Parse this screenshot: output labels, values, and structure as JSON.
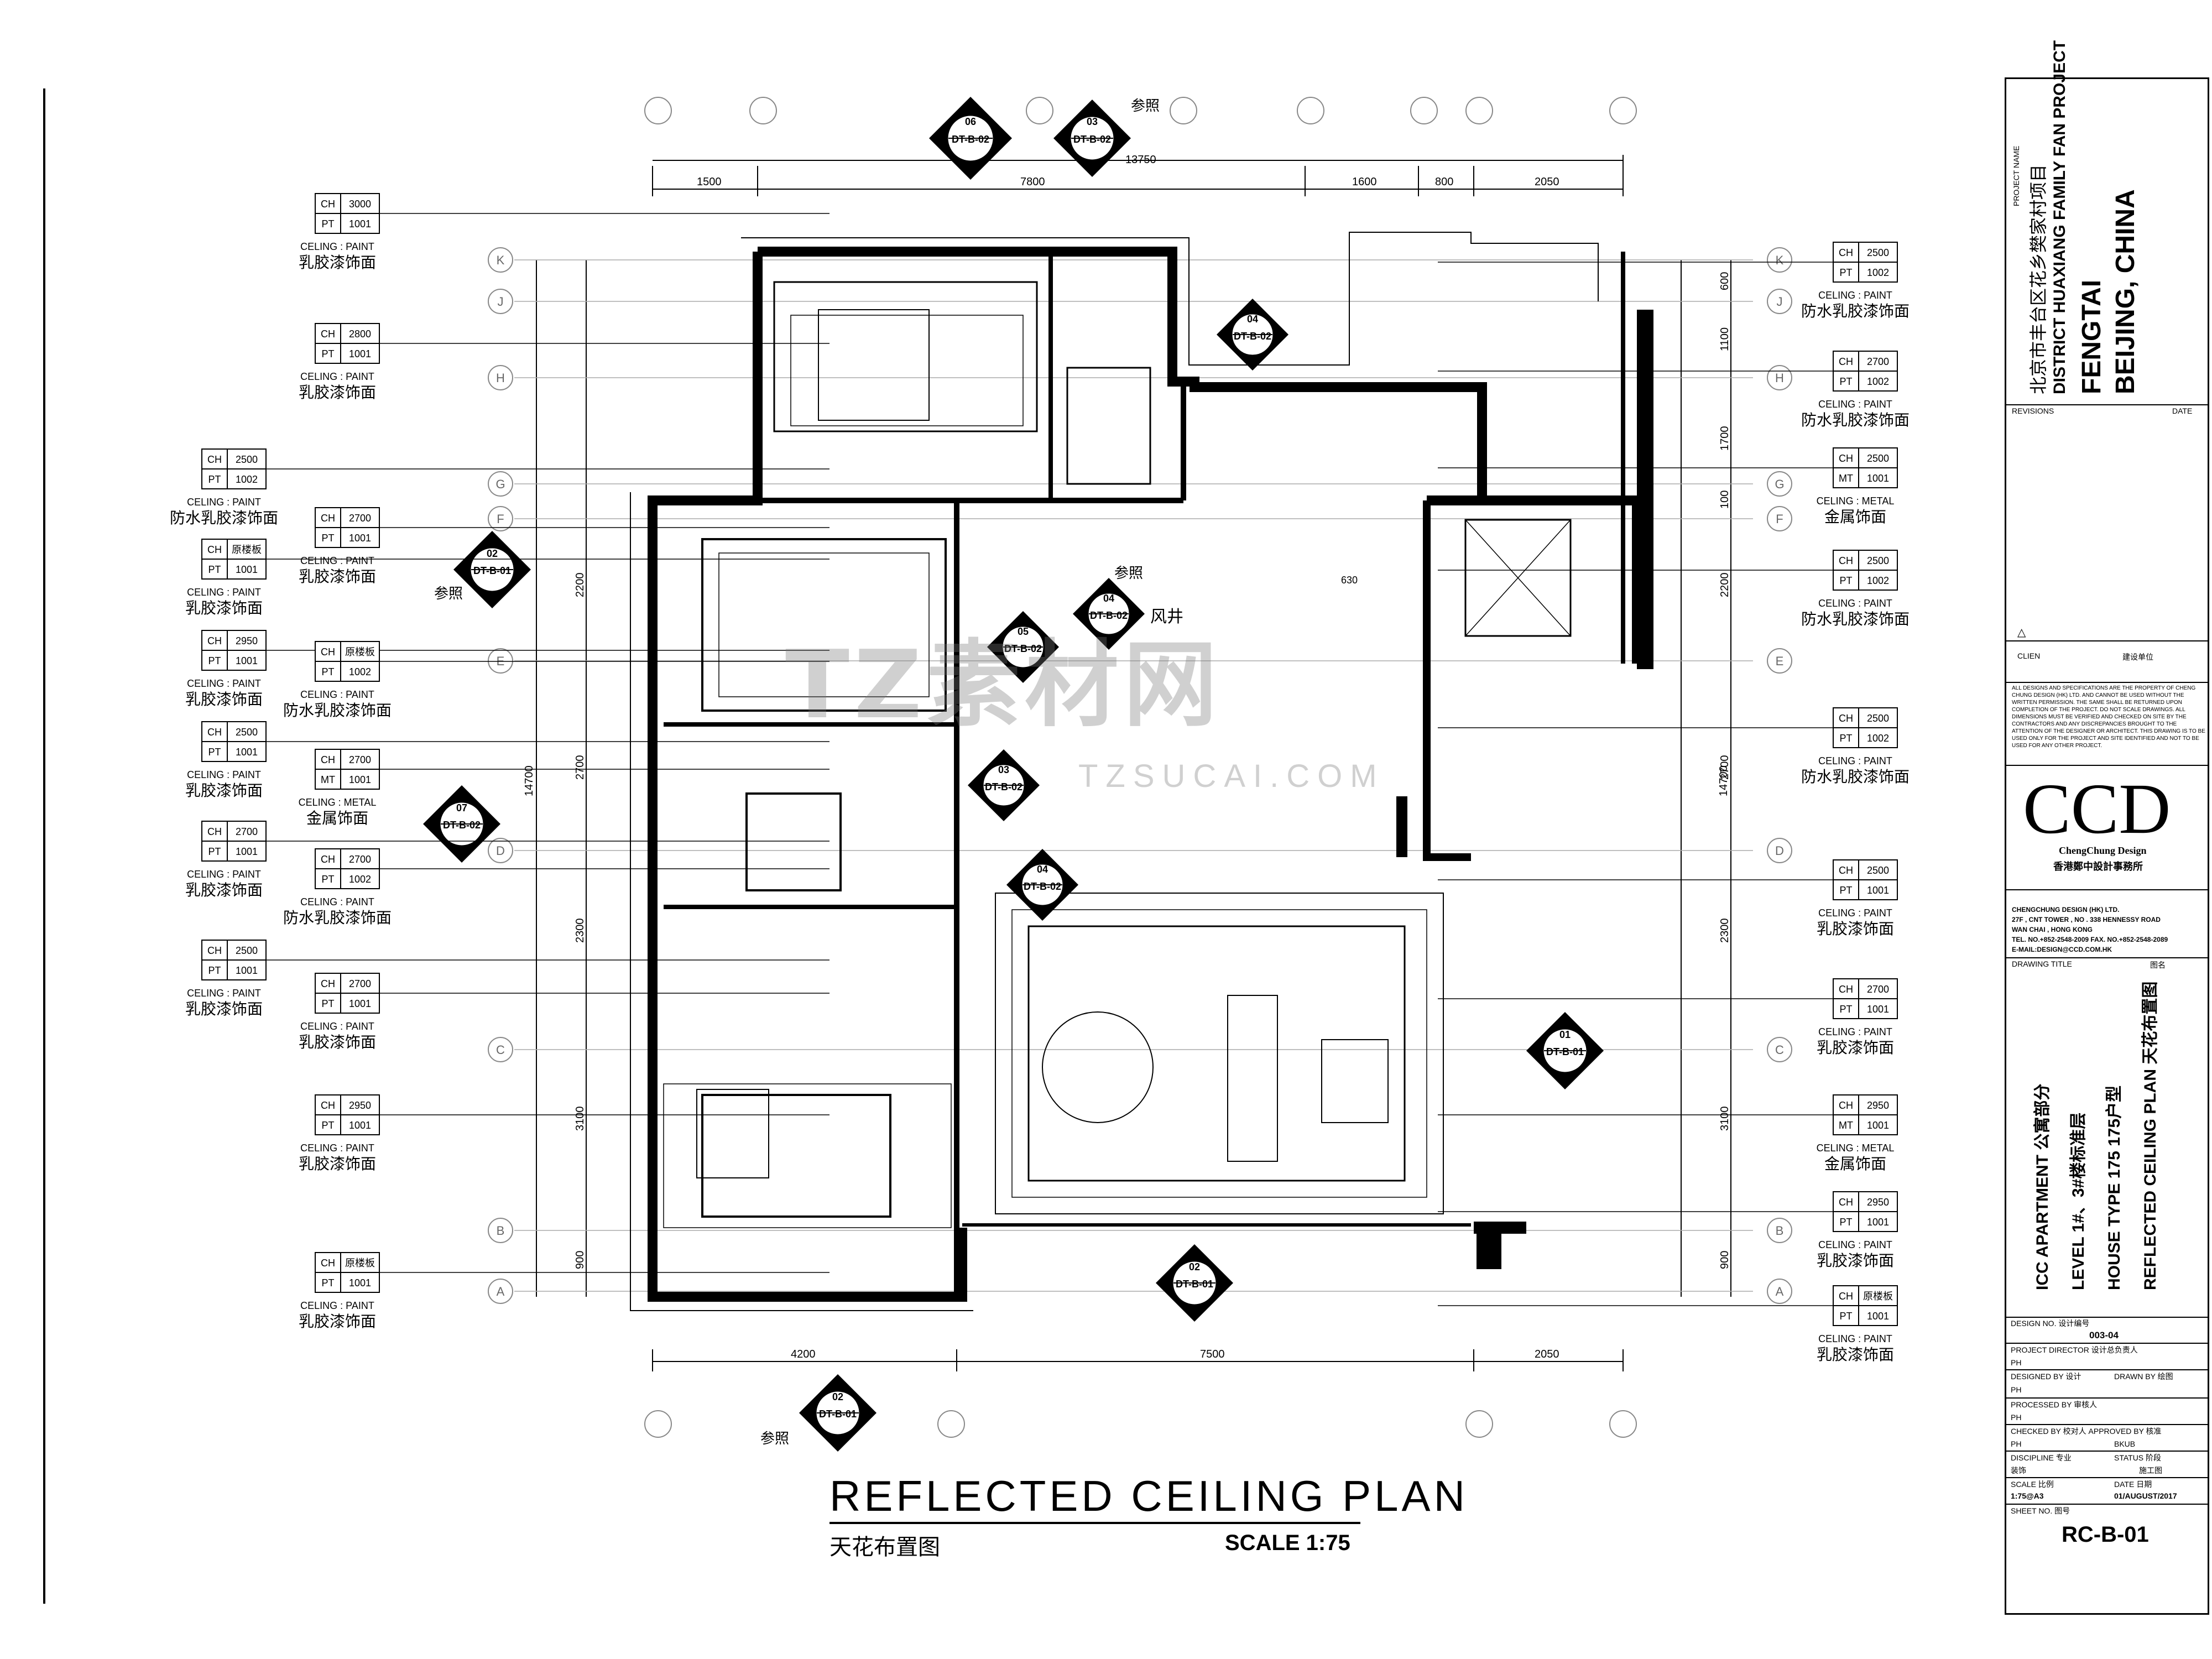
{
  "plan": {
    "title": "REFLECTED CEILING PLAN",
    "title_cn": "天花布置图",
    "scale": "SCALE 1:75"
  },
  "grid": {
    "top_dims": [
      "1500",
      "7800",
      "1600",
      "800",
      "2050"
    ],
    "top_total": "13750",
    "bottom_dims": [
      "4200",
      "7500",
      "2050"
    ],
    "left_dims": [
      "600",
      "1100",
      "1700",
      "100",
      "2200",
      "2700",
      "2300",
      "3100",
      "900"
    ],
    "left_total": "14700",
    "right_total": "14700",
    "row_labels": [
      "K",
      "J",
      "H",
      "G",
      "F",
      "E",
      "D",
      "C",
      "B",
      "A"
    ]
  },
  "section_marks": [
    {
      "id": "06",
      "ref": "DT-B-02"
    },
    {
      "id": "03",
      "ref": "DT-B-02",
      "note": "参照"
    },
    {
      "id": "04",
      "ref": "DT-B-02"
    },
    {
      "id": "02",
      "ref": "DT-B-01",
      "note": "参照"
    },
    {
      "id": "05",
      "ref": "DT-B-02"
    },
    {
      "id": "04",
      "ref": "DT-B-02",
      "note": "参照"
    },
    {
      "id": "03",
      "ref": "DT-B-02"
    },
    {
      "id": "07",
      "ref": "DT-B-02"
    },
    {
      "id": "04",
      "ref": "DT-B-02"
    },
    {
      "id": "01",
      "ref": "DT-B-01"
    },
    {
      "id": "02",
      "ref": "DT-B-01"
    },
    {
      "id": "02",
      "ref": "DT-B-01",
      "note": "参照"
    }
  ],
  "tags_left": [
    {
      "ch": "3000",
      "pt_code": "PT",
      "pt": "1001",
      "line1": "CELING : PAINT",
      "line2": "乳胶漆饰面"
    },
    {
      "ch": "2800",
      "pt_code": "PT",
      "pt": "1001",
      "line1": "CELING : PAINT",
      "line2": "乳胶漆饰面"
    },
    {
      "ch": "2500",
      "pt_code": "PT",
      "pt": "1002",
      "line1": "CELING : PAINT",
      "line2": "防水乳胶漆饰面"
    },
    {
      "ch": "原楼板",
      "pt_code": "PT",
      "pt": "1001",
      "line1": "CELING : PAINT",
      "line2": "乳胶漆饰面"
    },
    {
      "ch": "2700",
      "pt_code": "PT",
      "pt": "1001",
      "line1": "CELING : PAINT",
      "line2": "乳胶漆饰面"
    },
    {
      "ch": "2950",
      "pt_code": "PT",
      "pt": "1001",
      "line1": "CELING : PAINT",
      "line2": "乳胶漆饰面"
    },
    {
      "ch": "原楼板",
      "pt_code": "PT",
      "pt": "1002",
      "line1": "CELING : PAINT",
      "line2": "防水乳胶漆饰面"
    },
    {
      "ch": "2500",
      "pt_code": "PT",
      "pt": "1001",
      "line1": "CELING : PAINT",
      "line2": "乳胶漆饰面"
    },
    {
      "ch": "2700",
      "pt_code": "MT",
      "pt": "1001",
      "line1": "CELING : METAL",
      "line2": "金属饰面"
    },
    {
      "ch": "2700",
      "pt_code": "PT",
      "pt": "1001",
      "line1": "CELING : PAINT",
      "line2": "乳胶漆饰面"
    },
    {
      "ch": "2700",
      "pt_code": "PT",
      "pt": "1002",
      "line1": "CELING : PAINT",
      "line2": "防水乳胶漆饰面"
    },
    {
      "ch": "2500",
      "pt_code": "PT",
      "pt": "1001",
      "line1": "CELING : PAINT",
      "line2": "乳胶漆饰面"
    },
    {
      "ch": "2700",
      "pt_code": "PT",
      "pt": "1001",
      "line1": "CELING : PAINT",
      "line2": "乳胶漆饰面"
    },
    {
      "ch": "2950",
      "pt_code": "PT",
      "pt": "1001",
      "line1": "CELING : PAINT",
      "line2": "乳胶漆饰面"
    },
    {
      "ch": "原楼板",
      "pt_code": "PT",
      "pt": "1001",
      "line1": "CELING : PAINT",
      "line2": "乳胶漆饰面"
    }
  ],
  "tags_right": [
    {
      "ch": "2500",
      "pt_code": "PT",
      "pt": "1002",
      "line1": "CELING : PAINT",
      "line2": "防水乳胶漆饰面"
    },
    {
      "ch": "2700",
      "pt_code": "PT",
      "pt": "1002",
      "line1": "CELING : PAINT",
      "line2": "防水乳胶漆饰面"
    },
    {
      "ch": "2500",
      "pt_code": "MT",
      "pt": "1001",
      "line1": "CELING : METAL",
      "line2": "金属饰面"
    },
    {
      "ch": "2500",
      "pt_code": "PT",
      "pt": "1002",
      "line1": "CELING : PAINT",
      "line2": "防水乳胶漆饰面"
    },
    {
      "ch": "2500",
      "pt_code": "PT",
      "pt": "1002",
      "line1": "CELING : PAINT",
      "line2": "防水乳胶漆饰面"
    },
    {
      "ch": "2500",
      "pt_code": "PT",
      "pt": "1001",
      "line1": "CELING : PAINT",
      "line2": "乳胶漆饰面"
    },
    {
      "ch": "2700",
      "pt_code": "PT",
      "pt": "1001",
      "line1": "CELING : PAINT",
      "line2": "乳胶漆饰面"
    },
    {
      "ch": "2950",
      "pt_code": "MT",
      "pt": "1001",
      "line1": "CELING : METAL",
      "line2": "金属饰面"
    },
    {
      "ch": "2950",
      "pt_code": "PT",
      "pt": "1001",
      "line1": "CELING : PAINT",
      "line2": "乳胶漆饰面"
    },
    {
      "ch": "原楼板",
      "pt_code": "PT",
      "pt": "1001",
      "line1": "CELING : PAINT",
      "line2": "乳胶漆饰面"
    }
  ],
  "room_labels": {
    "shaft": "风井",
    "shaft_dim": "630"
  },
  "watermark": {
    "main": "TZ素材网",
    "sub": "TZSUCAI.COM"
  },
  "titleblock": {
    "project_name_label": "PROJECT NAME",
    "project_cn": "北京市丰台区花乡樊家村项目",
    "project_en": "DISTRICT HUAXIANG FAMILY FAN PROJECT",
    "location1": "FENGTAI",
    "location2": "BEIJING, CHINA",
    "revisions": "REVISIONS",
    "date": "DATE",
    "client": "CLIEN",
    "client_cn": "建设单位",
    "disclaimer": "ALL DESIGNS AND SPECIFICATIONS ARE THE PROPERTY OF CHENG CHUNG DESIGN (HK) LTD. AND CANNOT BE USED WITHOUT THE WRITTEN PERMISSION. THE SAME SHALL BE RETURNED UPON COMPLETION OF THE PROJECT. DO NOT SCALE DRAWINGS. ALL DIMENSIONS MUST BE VERIFIED AND CHECKED ON SITE BY THE CONTRACTORS AND ANY DISCREPANCIES BROUGHT TO THE ATTENTION OF THE DESIGNER OR ARCHITECT. THIS DRAWING IS TO BE USED ONLY FOR THE PROJECT AND SITE IDENTIFIED AND NOT TO BE USED FOR ANY OTHER PROJECT.",
    "logo": "CCD",
    "logo_sub": "ChengChung Design",
    "logo_cn": "香港鄭中設計事務所",
    "firm": "CHENGCHUNG DESIGN (HK) LTD.",
    "address1": "27F , CNT TOWER , NO . 338 HENNESSY ROAD",
    "address2": "WAN CHAI , HONG KONG",
    "tel": "TEL. NO.+852-2548-2009   FAX. NO.+852-2548-2089",
    "email": "E-MAIL:DESIGN@CCD.COM.HK",
    "drawing_title_label": "DRAWING TITLE",
    "drawing_title_cn": "图名",
    "dt1": "ICC APARTMENT  公寓部分",
    "dt2": "LEVEL  1#、3#楼标准层",
    "dt3": "HOUSE TYPE 175    175户型",
    "dt4": "REFLECTED CEILING  PLAN  天花布置图",
    "design_no_label": "DESIGN NO. 设计编号",
    "design_no": "003-04",
    "pd_label": "PROJECT DIRECTOR  设计总负责人",
    "pd": "PH",
    "designed_label": "DESIGNED BY  设计",
    "drawn_label": "DRAWN BY  绘图",
    "designed": "PH",
    "processed_label": "PROCESSED BY  审核人",
    "processed": "PH",
    "checked_label": "CHECKED BY 校对人  APPROVED BY 核准",
    "checked": "PH",
    "approved": "BKUB",
    "discipline_label": "DISCIPLINE  专业",
    "status_label": "STATUS  阶段",
    "discipline": "装饰",
    "status": "施工图",
    "scale_label": "SCALE  比例",
    "date_label": "DATE  日期",
    "scale": "1:75@A3",
    "date_val": "01/AUGUST/2017",
    "sheet_label": "SHEET NO.  图号",
    "sheet": "RC-B-01"
  }
}
